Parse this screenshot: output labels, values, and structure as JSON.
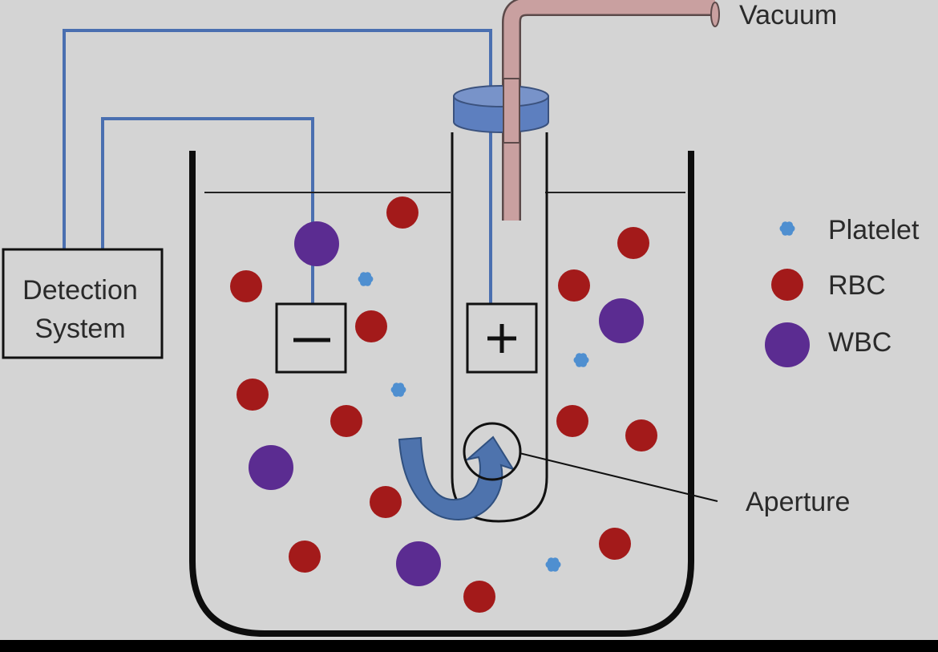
{
  "labels": {
    "vacuum": "Vacuum",
    "aperture": "Aperture",
    "detection_line1": "Detection",
    "detection_line2": "System",
    "minus": "−",
    "plus": "+"
  },
  "legend": [
    {
      "label": "Platelet",
      "kind": "platelet"
    },
    {
      "label": "RBC",
      "kind": "rbc"
    },
    {
      "label": "WBC",
      "kind": "wbc"
    }
  ],
  "colors": {
    "background": "#d4d4d4",
    "rbc": "#a31a1a",
    "wbc": "#5b2c91",
    "platelet": "#4f8fd0",
    "wire": "#4a6fb0",
    "vacuum_tube": "#c9a0a0",
    "cap": "#5d7fbf",
    "flow_arrow": "#4e73ad",
    "outline": "#111111",
    "bottom_band": "#000000"
  }
}
